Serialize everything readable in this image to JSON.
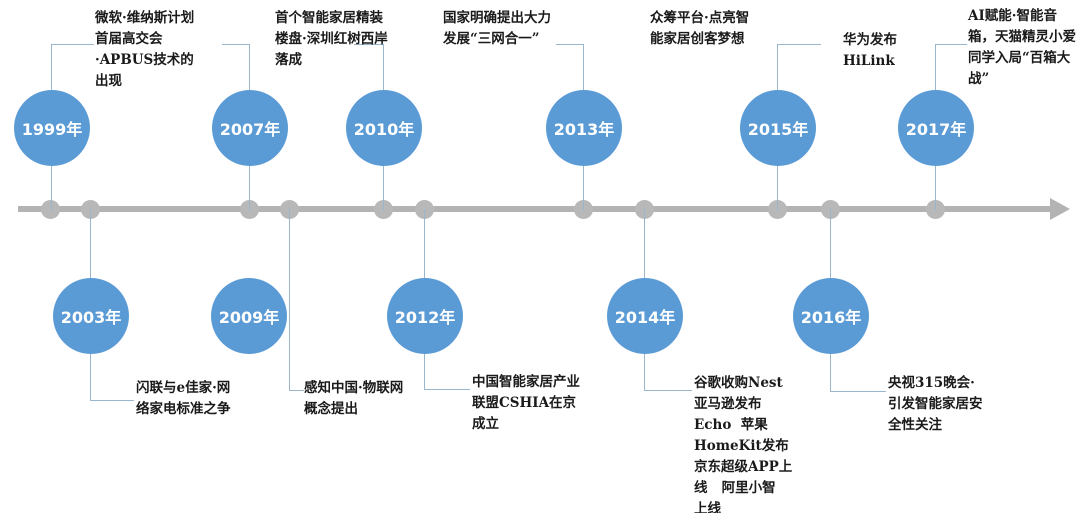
{
  "axis": {
    "arrow_direction": "right",
    "line_color": "#b3b3b3",
    "dot_color": "#b8b8b8",
    "dot_count": 12
  },
  "theme": {
    "bubble_color": "#5b9bd5",
    "bubble_text_color": "#ffffff",
    "connector_color": "#9ab6cd",
    "note_text_color": "#1a1a1a",
    "background": "#ffffff"
  },
  "events_above": [
    {
      "year_label": "1999年",
      "note": "微软·维纳斯计划首届高交会·APBUS技术的出现"
    },
    {
      "year_label": "2007年",
      "note": "首个智能家居精装楼盘·深圳红树西岸落成"
    },
    {
      "year_label": "2010年",
      "note": "国家明确提出大力发展“三网合一”"
    },
    {
      "year_label": "2013年",
      "note": "众筹平台·点亮智能家居创客梦想"
    },
    {
      "year_label": "2015年",
      "note": "华为发布HiLink"
    },
    {
      "year_label": "2017年",
      "note": "AI赋能·智能音箱，天猫精灵小爱同学入局“百箱大战”"
    }
  ],
  "events_below": [
    {
      "year_label": "2003年",
      "note": "闪联与e佳家·网络家电标准之争"
    },
    {
      "year_label": "2009年",
      "note": "感知中国·物联网概念提出"
    },
    {
      "year_label": "2012年",
      "note": "中国智能家居产业联盟CSHIA在京成立"
    },
    {
      "year_label": "2014年",
      "note": "谷歌收购Nest\n亚马逊发布\nEcho  苹果\nHomeKit发布\n京东超级APP上\n线   阿里小智\n上线"
    },
    {
      "year_label": "2016年",
      "note": "央视315晚会·引发智能家居安全性关注"
    }
  ]
}
